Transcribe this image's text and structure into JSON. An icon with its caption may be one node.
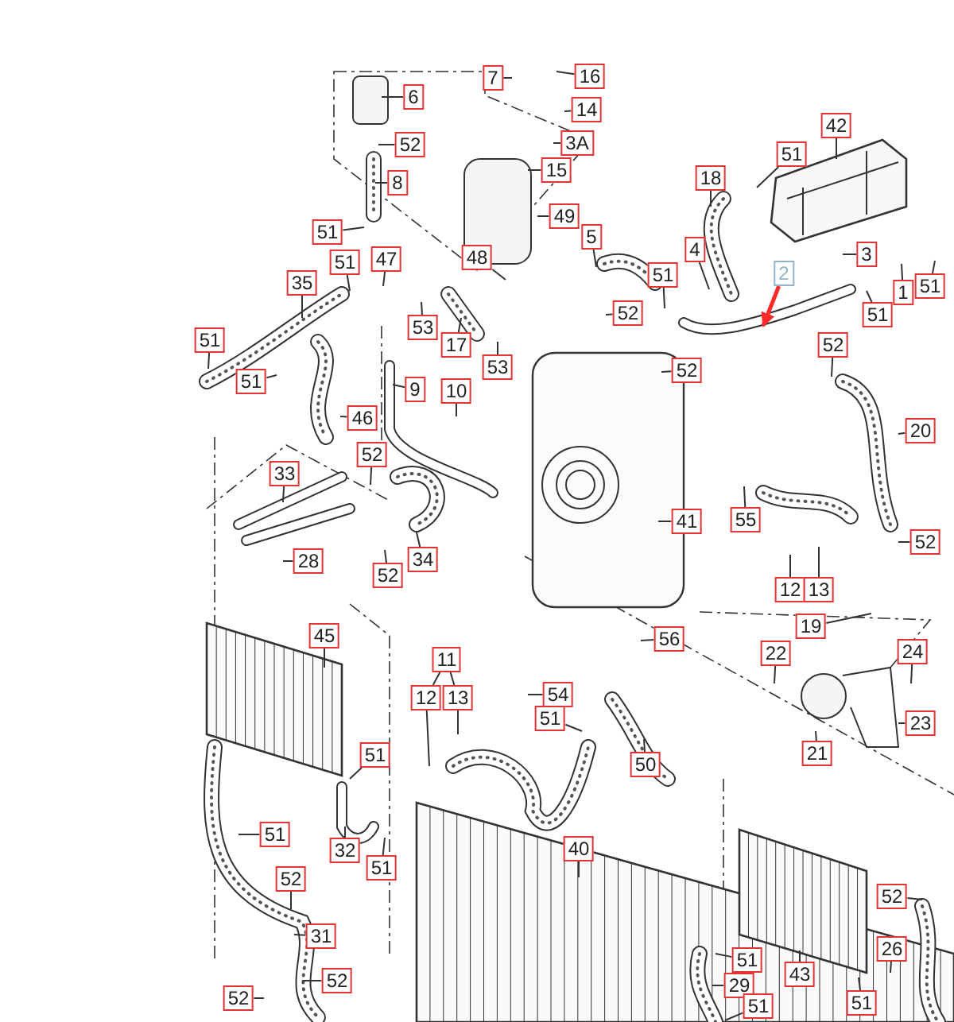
{
  "diagram": {
    "nodes": [
      {
        "text": [
          "6"
        ]
      },
      {
        "text": [
          "7"
        ]
      },
      {
        "text": [
          "16"
        ]
      },
      {
        "text": [
          "14"
        ]
      },
      {
        "text": [
          "3A"
        ]
      },
      {
        "text": [
          "52"
        ]
      },
      {
        "text": [
          "15"
        ]
      },
      {
        "text": [
          "8"
        ]
      },
      {
        "text": [
          "49"
        ]
      },
      {
        "text": [
          "51"
        ]
      },
      {
        "text": [
          "47"
        ]
      },
      {
        "text": [
          "51"
        ]
      },
      {
        "text": [
          "48"
        ]
      },
      {
        "text": [
          "5"
        ]
      },
      {
        "text": [
          "35"
        ]
      },
      {
        "text": [
          "51"
        ]
      },
      {
        "text": [
          "53"
        ]
      },
      {
        "text": [
          "17"
        ]
      },
      {
        "text": [
          "53"
        ]
      },
      {
        "text": [
          "51"
        ]
      },
      {
        "text": [
          "52"
        ]
      },
      {
        "text": [
          "9"
        ]
      },
      {
        "text": [
          "10"
        ]
      },
      {
        "text": [
          "46"
        ]
      },
      {
        "text": [
          "52"
        ]
      },
      {
        "text": [
          "52"
        ]
      },
      {
        "text": [
          "20"
        ]
      },
      {
        "text": [
          "33"
        ]
      },
      {
        "text": [
          "52"
        ]
      },
      {
        "text": [
          "41"
        ]
      },
      {
        "text": [
          "55"
        ]
      },
      {
        "text": [
          "28"
        ]
      },
      {
        "text": [
          "34"
        ]
      },
      {
        "text": [
          "52"
        ]
      },
      {
        "text": [
          "52"
        ]
      },
      {
        "text": [
          "12"
        ]
      },
      {
        "text": [
          "13"
        ]
      },
      {
        "text": [
          "19"
        ]
      },
      {
        "text": [
          "42"
        ]
      },
      {
        "text": [
          "18"
        ]
      },
      {
        "text": [
          "51"
        ]
      },
      {
        "text": [
          "4"
        ]
      },
      {
        "text": [
          "51"
        ]
      },
      {
        "text": [
          "2"
        ]
      },
      {
        "text": [
          "3"
        ]
      },
      {
        "text": [
          "51"
        ]
      },
      {
        "text": [
          "1"
        ]
      },
      {
        "text": [
          "51"
        ]
      },
      {
        "text": [
          "45"
        ]
      },
      {
        "text": [
          "56"
        ]
      },
      {
        "text": [
          "11"
        ]
      },
      {
        "text": [
          "12"
        ]
      },
      {
        "text": [
          "13"
        ]
      },
      {
        "text": [
          "54"
        ]
      },
      {
        "text": [
          "22"
        ]
      },
      {
        "text": [
          "24"
        ]
      },
      {
        "text": [
          "51"
        ]
      },
      {
        "text": [
          "23"
        ]
      },
      {
        "text": [
          "21"
        ]
      },
      {
        "text": [
          "50"
        ]
      },
      {
        "text": [
          "40"
        ]
      },
      {
        "text": [
          "51"
        ]
      },
      {
        "text": [
          "51"
        ]
      },
      {
        "text": [
          "32"
        ]
      },
      {
        "text": [
          "51"
        ]
      },
      {
        "text": [
          "52"
        ]
      },
      {
        "text": [
          "52"
        ]
      },
      {
        "text": [
          "31"
        ]
      },
      {
        "text": [
          "26"
        ]
      },
      {
        "text": [
          "52"
        ]
      },
      {
        "text": [
          "52"
        ]
      },
      {
        "text": [
          "51"
        ]
      },
      {
        "text": [
          "43"
        ]
      },
      {
        "text": [
          "29"
        ]
      },
      {
        "text": [
          "51"
        ]
      },
      {
        "text": [
          "51"
        ]
      }
    ],
    "edges": [
      {
        "from": 0,
        "to": null,
        "arrow": "none"
      },
      {
        "from": 1,
        "to": null,
        "arrow": "none"
      },
      {
        "from": 2,
        "to": null,
        "arrow": "none"
      },
      {
        "from": 3,
        "to": null,
        "arrow": "none"
      },
      {
        "from": 4,
        "to": null,
        "arrow": "none"
      },
      {
        "from": 5,
        "to": null,
        "arrow": "none"
      },
      {
        "from": 6,
        "to": null,
        "arrow": "none"
      },
      {
        "from": 7,
        "to": null,
        "arrow": "none"
      },
      {
        "from": 8,
        "to": null,
        "arrow": "none"
      },
      {
        "from": 9,
        "to": null,
        "arrow": "none"
      },
      {
        "from": 10,
        "to": null,
        "arrow": "none"
      },
      {
        "from": 11,
        "to": null,
        "arrow": "none"
      },
      {
        "from": 12,
        "to": null,
        "arrow": "none"
      },
      {
        "from": 13,
        "to": null,
        "arrow": "none"
      },
      {
        "from": 14,
        "to": null,
        "arrow": "none"
      },
      {
        "from": 15,
        "to": null,
        "arrow": "none"
      },
      {
        "from": 16,
        "to": null,
        "arrow": "none"
      },
      {
        "from": 17,
        "to": null,
        "arrow": "none"
      },
      {
        "from": 18,
        "to": null,
        "arrow": "none"
      },
      {
        "from": 19,
        "to": null,
        "arrow": "none"
      },
      {
        "from": 20,
        "to": null,
        "arrow": "none"
      },
      {
        "from": 21,
        "to": null,
        "arrow": "none"
      },
      {
        "from": 22,
        "to": null,
        "arrow": "none"
      },
      {
        "from": 23,
        "to": null,
        "arrow": "none"
      },
      {
        "from": 24,
        "to": null,
        "arrow": "none"
      },
      {
        "from": 25,
        "to": null,
        "arrow": "none"
      },
      {
        "from": 26,
        "to": null,
        "arrow": "none"
      },
      {
        "from": 27,
        "to": null,
        "arrow": "none"
      },
      {
        "from": 28,
        "to": null,
        "arrow": "none"
      },
      {
        "from": 29,
        "to": null,
        "arrow": "none"
      },
      {
        "from": 30,
        "to": null,
        "arrow": "none"
      },
      {
        "from": 31,
        "to": null,
        "arrow": "none"
      },
      {
        "from": 32,
        "to": null,
        "arrow": "none"
      },
      {
        "from": 33,
        "to": null,
        "arrow": "none"
      },
      {
        "from": 34,
        "to": null,
        "arrow": "none"
      },
      {
        "from": 35,
        "to": null,
        "arrow": "none"
      },
      {
        "from": 36,
        "to": null,
        "arrow": "none"
      },
      {
        "from": 37,
        "to": null,
        "arrow": "none"
      },
      {
        "from": 38,
        "to": null,
        "arrow": "none"
      },
      {
        "from": 39,
        "to": null,
        "arrow": "none"
      },
      {
        "from": 40,
        "to": null,
        "arrow": "none"
      },
      {
        "from": 41,
        "to": null,
        "arrow": "none"
      },
      {
        "from": 42,
        "to": null,
        "arrow": "none"
      },
      {
        "from": 43,
        "to": null,
        "arrow": "to",
        "color": "#ff2a2a",
        "style": "thick"
      },
      {
        "from": 44,
        "to": null,
        "arrow": "none"
      },
      {
        "from": 45,
        "to": null,
        "arrow": "none"
      },
      {
        "from": 46,
        "to": null,
        "arrow": "none"
      },
      {
        "from": 47,
        "to": null,
        "arrow": "none"
      },
      {
        "from": 48,
        "to": null,
        "arrow": "none"
      },
      {
        "from": 49,
        "to": null,
        "arrow": "none"
      },
      {
        "from": 50,
        "to": 51,
        "arrow": "none"
      },
      {
        "from": 50,
        "to": 52,
        "arrow": "none"
      },
      {
        "from": 51,
        "to": null,
        "arrow": "none"
      },
      {
        "from": 52,
        "to": null,
        "arrow": "none"
      },
      {
        "from": 53,
        "to": null,
        "arrow": "none"
      },
      {
        "from": 54,
        "to": null,
        "arrow": "none"
      },
      {
        "from": 55,
        "to": null,
        "arrow": "none"
      },
      {
        "from": 56,
        "to": null,
        "arrow": "none"
      },
      {
        "from": 57,
        "to": null,
        "arrow": "none"
      },
      {
        "from": 58,
        "to": null,
        "arrow": "none"
      },
      {
        "from": 59,
        "to": null,
        "arrow": "none"
      },
      {
        "from": 60,
        "to": null,
        "arrow": "none"
      },
      {
        "from": 61,
        "to": null,
        "arrow": "none"
      },
      {
        "from": 62,
        "to": null,
        "arrow": "none"
      },
      {
        "from": 63,
        "to": null,
        "arrow": "none"
      },
      {
        "from": 64,
        "to": null,
        "arrow": "none"
      },
      {
        "from": 65,
        "to": null,
        "arrow": "none"
      },
      {
        "from": 66,
        "to": null,
        "arrow": "none"
      },
      {
        "from": 67,
        "to": null,
        "arrow": "none"
      },
      {
        "from": 68,
        "to": null,
        "arrow": "none"
      },
      {
        "from": 69,
        "to": null,
        "arrow": "none"
      },
      {
        "from": 70,
        "to": null,
        "arrow": "none"
      },
      {
        "from": 71,
        "to": null,
        "arrow": "none"
      },
      {
        "from": 72,
        "to": null,
        "arrow": "none"
      },
      {
        "from": 73,
        "to": null,
        "arrow": "none"
      },
      {
        "from": 74,
        "to": null,
        "arrow": "none"
      },
      {
        "from": 75,
        "to": null,
        "arrow": "none"
      }
    ]
  }
}
